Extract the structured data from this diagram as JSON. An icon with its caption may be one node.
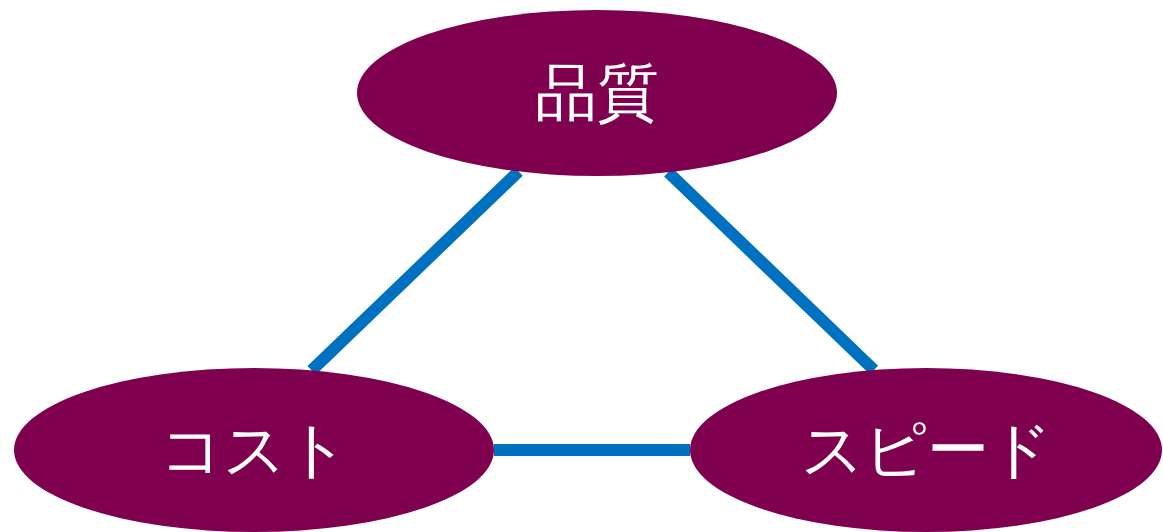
{
  "diagram": {
    "nodes": [
      {
        "text": [
          "品質"
        ]
      },
      {
        "text": [
          "コスト"
        ]
      },
      {
        "text": [
          "スピード"
        ]
      }
    ],
    "edges": [
      {
        "from": 0,
        "to": 1,
        "arrow": "none"
      },
      {
        "from": 0,
        "to": 2,
        "arrow": "none"
      },
      {
        "from": 1,
        "to": 2,
        "arrow": "none"
      }
    ]
  }
}
